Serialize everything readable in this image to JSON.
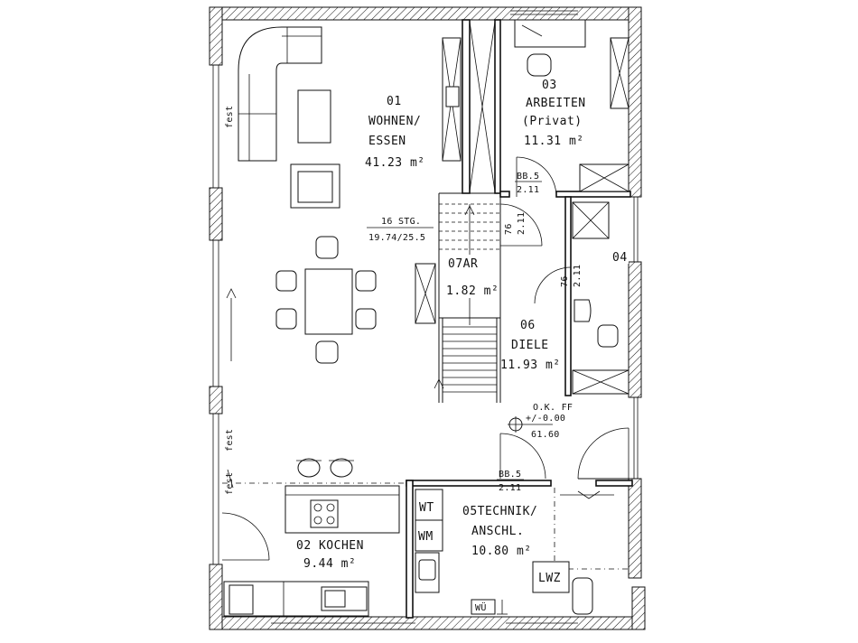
{
  "rooms": {
    "wohnen": {
      "number": "01",
      "name_line1": "WOHNEN/",
      "name_line2": "ESSEN",
      "area": "41.23 m²"
    },
    "arbeiten": {
      "number": "03",
      "name": "ARBEITEN",
      "sub": "(Privat)",
      "area": "11.31 m²"
    },
    "abstell": {
      "name": "07AR",
      "area": "1.82 m²"
    },
    "diele": {
      "number": "06",
      "name": "DIELE",
      "area": "11.93 m²"
    },
    "kochen": {
      "name": "02 KOCHEN",
      "area": "9.44 m²"
    },
    "technik": {
      "name_line1": "05TECHNIK/",
      "name_line2": "ANSCHL.",
      "area": "10.80 m²"
    },
    "bad": {
      "number": "04"
    }
  },
  "stairs": {
    "steps": "16 STG.",
    "ratio": "19.74/25.5"
  },
  "level": {
    "label": "O.K. FF",
    "value": "+/-0.00",
    "height": "61.60"
  },
  "doors": {
    "arbeiten": {
      "top": "BB.5",
      "bottom": "2.11"
    },
    "technik": {
      "top": "BB.5",
      "bottom": "2.11"
    },
    "abstell": {
      "top": "76",
      "bottom": "2.11"
    },
    "bad": {
      "top": "76",
      "bottom": "2.11"
    }
  },
  "window_notes": {
    "fest_1": "fest",
    "fest_2": "fest",
    "fest_3": "fest"
  },
  "appliances": {
    "wt": "WT",
    "wm": "WM",
    "lwz": "LWZ",
    "wu": "WÜ"
  }
}
